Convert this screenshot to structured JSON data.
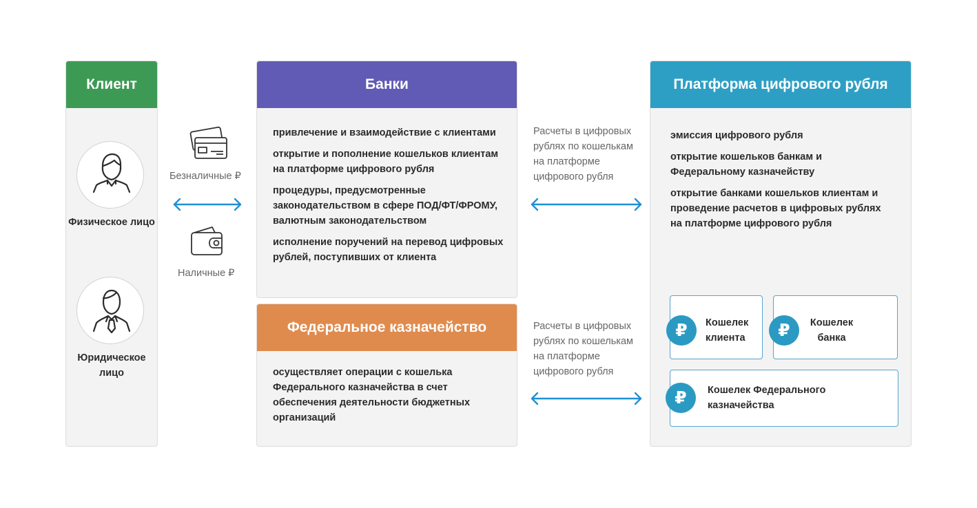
{
  "client": {
    "title": "Клиент",
    "individual_label": "Физическое лицо",
    "legal_label": "Юридическое лицо"
  },
  "payment_methods": {
    "cashless_label": "Безналичные ₽",
    "cash_label": "Наличные ₽"
  },
  "banks": {
    "title": "Банки",
    "items": [
      "привлечение и взаимодействие с клиентами",
      "открытие и пополнение кошельков клиентам на платформе цифрового рубля",
      "процедуры, предусмотренные законодательством в сфере ПОД/ФТ/ФРОМУ, валютным законодательством",
      "исполнение поручений на перевод цифровых рублей, поступивших от клиента"
    ]
  },
  "treasury": {
    "title": "Федеральное казначейство",
    "items": [
      "осуществляет операции с кошелька Федерального казначейства в счет обеспечения деятельности бюджетных организаций"
    ]
  },
  "settlements": {
    "banks_label": "Расчеты в цифровых рублях по кошелькам на платформе цифрового рубля",
    "treasury_label": "Расчеты в цифровых рублях по кошелькам на платформе цифрового рубля"
  },
  "platform": {
    "title": "Платформа цифрового рубля",
    "items": [
      "эмиссия цифрового рубля",
      "открытие кошельков банкам и Федеральному казначейству",
      "открытие банками кошельков клиентам и проведение расчетов в цифровых рублях на платформе цифрового рубля"
    ],
    "wallets": {
      "client": "Кошелек клиента",
      "bank": "Кошелек банка",
      "treasury": "Кошелек Федерального казначейства"
    },
    "currency_symbol": "₽"
  },
  "colors": {
    "client_header": "#3d9a55",
    "banks_header": "#615bb5",
    "treasury_header": "#e08b4e",
    "platform_header": "#2e9fc4",
    "arrow": "#1e90d6",
    "wallet_icon": "#2a9ac3"
  },
  "icons": {
    "individual": "man-avatar-icon",
    "legal": "businessman-tie-icon",
    "cashless": "credit-cards-icon",
    "cash": "wallet-icon",
    "currency": "ruble-coin-icon",
    "arrows": "double-arrow-icon"
  }
}
